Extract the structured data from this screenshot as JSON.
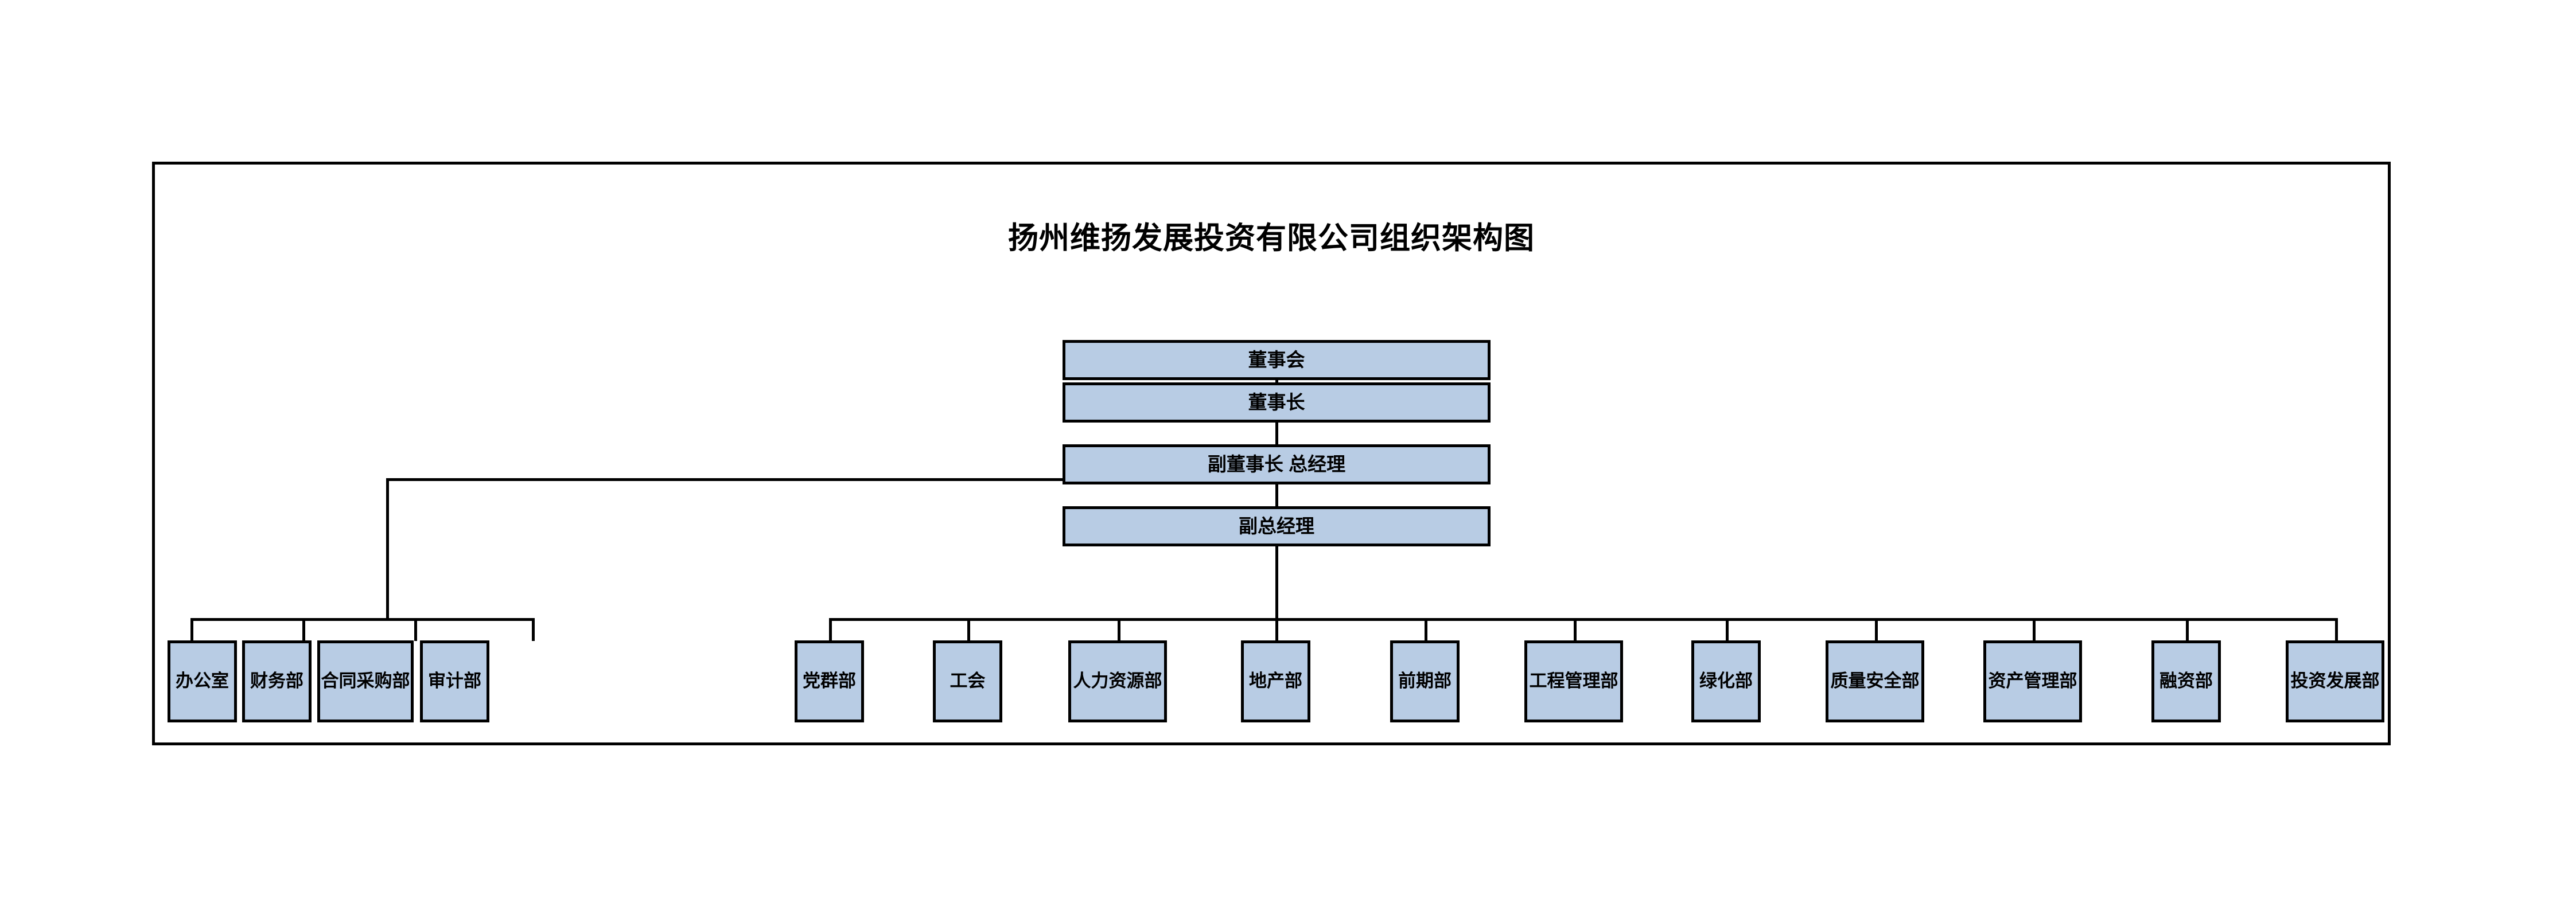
{
  "chart": {
    "title": "扬州维扬发展投资有限公司组织架构图",
    "accent_fill": "#b8cce4",
    "border_color": "#000000",
    "background": "#ffffff"
  },
  "executive": [
    {
      "id": "board",
      "label": "董事会"
    },
    {
      "id": "chairman",
      "label": "董事长"
    },
    {
      "id": "vice-chairman-gm",
      "label": "副董事长 总经理"
    },
    {
      "id": "deputy-gm",
      "label": "副总经理"
    }
  ],
  "departments_left": [
    {
      "id": "office",
      "label": "办公室"
    },
    {
      "id": "finance",
      "label": "财务部"
    },
    {
      "id": "contract-procurement",
      "label": "合同采购部"
    },
    {
      "id": "audit",
      "label": "审计部"
    }
  ],
  "departments_right": [
    {
      "id": "party-mass",
      "label": "党群部"
    },
    {
      "id": "labor-union",
      "label": "工会"
    },
    {
      "id": "human-resources",
      "label": "人力资源部"
    },
    {
      "id": "real-estate",
      "label": "地产部"
    },
    {
      "id": "preliminary",
      "label": "前期部"
    },
    {
      "id": "engineering-management",
      "label": "工程管理部"
    },
    {
      "id": "greening",
      "label": "绿化部"
    },
    {
      "id": "quality-safety",
      "label": "质量安全部"
    },
    {
      "id": "asset-management",
      "label": "资产管理部"
    },
    {
      "id": "financing",
      "label": "融资部"
    },
    {
      "id": "investment-development",
      "label": "投资发展部"
    }
  ]
}
